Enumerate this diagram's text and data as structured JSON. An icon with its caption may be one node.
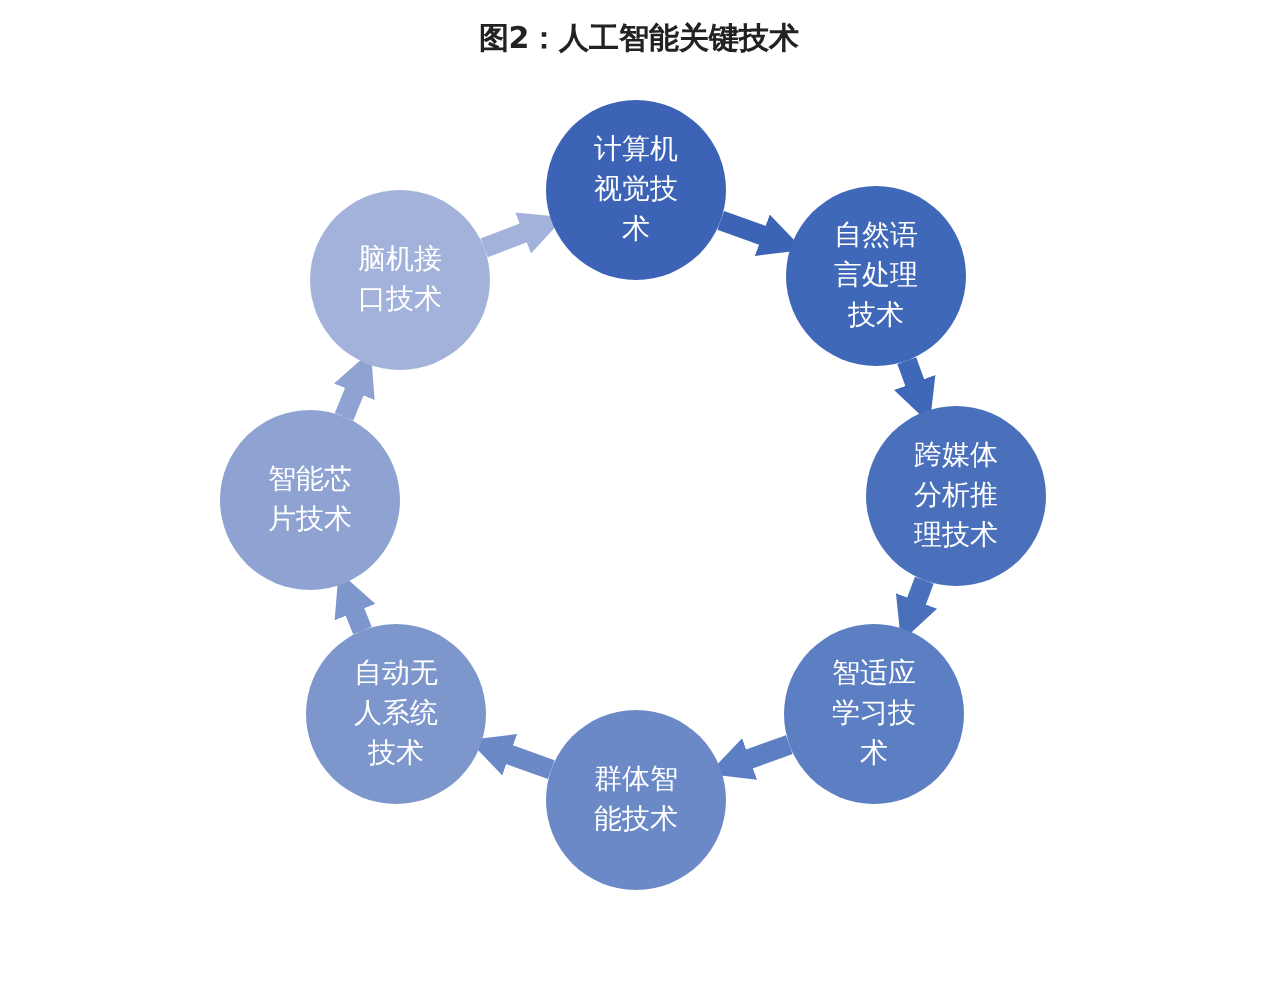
{
  "diagram": {
    "title": "图2：人工智能关键技术",
    "nodes": [
      {
        "text": [
          "计算机视觉技术"
        ]
      },
      {
        "text": [
          "自然语言处理技术"
        ]
      },
      {
        "text": [
          "跨媒体分析推理技术"
        ]
      },
      {
        "text": [
          "智适应学习技术"
        ]
      },
      {
        "text": [
          "群体智能技术"
        ]
      },
      {
        "text": [
          "自动无人系统技术"
        ]
      },
      {
        "text": [
          "智能芯片技术"
        ]
      },
      {
        "text": [
          "脑机接口技术"
        ]
      }
    ],
    "edges": [
      {
        "from": 0,
        "to": 1,
        "arrow": "to",
        "color": "#3c63b5"
      },
      {
        "from": 1,
        "to": 2,
        "arrow": "to",
        "color": "#4068b8"
      },
      {
        "from": 2,
        "to": 3,
        "arrow": "to",
        "color": "#4a70bc"
      },
      {
        "from": 3,
        "to": 4,
        "arrow": "to",
        "color": "#5c7ec2"
      },
      {
        "from": 4,
        "to": 5,
        "arrow": "to",
        "color": "#6b89c7"
      },
      {
        "from": 5,
        "to": 6,
        "arrow": "to",
        "color": "#7d96cc"
      },
      {
        "from": 6,
        "to": 7,
        "arrow": "to",
        "color": "#8fa3d2"
      },
      {
        "from": 7,
        "to": 0,
        "arrow": "to",
        "color": "#a3b2da"
      }
    ]
  }
}
